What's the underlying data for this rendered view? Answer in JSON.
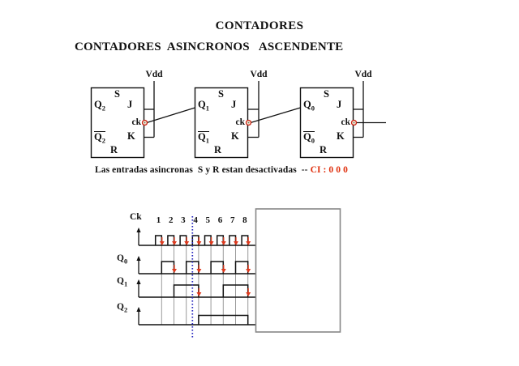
{
  "slide": {
    "title": "CONTADORES",
    "subtitle": "CONTADORES  ASINCRONOS   ASCENDENTE",
    "note": {
      "black": "Las entradas asincronas  S y R estan desactivadas  -- ",
      "red": "CI : 0 0 0"
    }
  },
  "circuit": {
    "vdd_label": "Vdd",
    "flipflops": [
      {
        "set": "S",
        "reset": "R",
        "j": "J",
        "k": "K",
        "ck": "ck",
        "q": "Q",
        "qsub": "2"
      },
      {
        "set": "S",
        "reset": "R",
        "j": "J",
        "k": "K",
        "ck": "ck",
        "q": "Q",
        "qsub": "1"
      },
      {
        "set": "S",
        "reset": "R",
        "j": "J",
        "k": "K",
        "ck": "ck",
        "q": "Q",
        "qsub": "0"
      }
    ]
  },
  "timing": {
    "clock_label": "Ck",
    "pulse_numbers": [
      "1",
      "2",
      "3",
      "4",
      "5",
      "6",
      "7",
      "8"
    ],
    "signals": [
      {
        "name": "Q",
        "sub": "0",
        "segments": [
          [
            1,
            2
          ],
          [
            3,
            4
          ],
          [
            5,
            6
          ],
          [
            7,
            8
          ]
        ],
        "arrows": [
          2,
          4,
          6,
          8
        ]
      },
      {
        "name": "Q",
        "sub": "1",
        "segments": [
          [
            2,
            4
          ],
          [
            6,
            8
          ]
        ],
        "arrows": [
          4,
          8
        ]
      },
      {
        "name": "Q",
        "sub": "2",
        "segments": [
          [
            4,
            8
          ]
        ],
        "arrows": []
      }
    ],
    "cursor_at_pulse": 4,
    "colors": {
      "arrow_red": "#df3a1e",
      "cursor_blue": "#2b2bbf",
      "grid_gray": "#9a9a9a"
    }
  }
}
